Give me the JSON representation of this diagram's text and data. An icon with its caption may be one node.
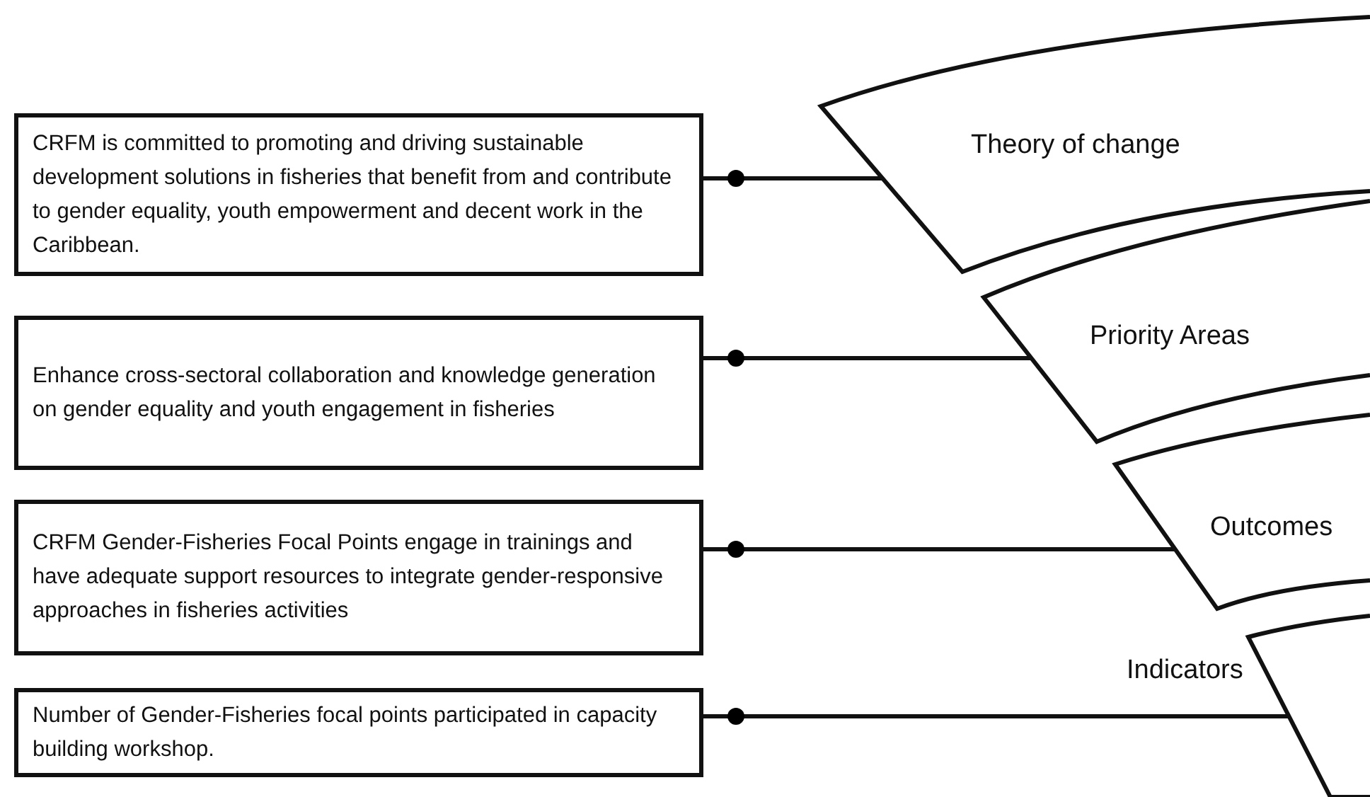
{
  "diagram": {
    "nodes": [
      {
        "text": [
          "CRFM is committed to promoting and driving sustainable development solutions in fisheries that benefit from and contribute to gender equality, youth empowerment and decent work in the Caribbean."
        ]
      },
      {
        "text": [
          "Enhance cross-sectoral collaboration and knowledge generation on gender equality and youth engagement in fisheries"
        ]
      },
      {
        "text": [
          "CRFM Gender-Fisheries Focal Points engage in trainings and have adequate support resources to integrate gender-responsive approaches in fisheries activities"
        ]
      },
      {
        "text": [
          "Number of Gender-Fisheries focal points participated in capacity building workshop."
        ]
      },
      {
        "text": [
          "Theory of change"
        ]
      },
      {
        "text": [
          "Priority Areas"
        ]
      },
      {
        "text": [
          "Outcomes"
        ]
      },
      {
        "text": [
          "Indicators"
        ]
      }
    ],
    "edges": [
      {
        "from": 0,
        "to": 4,
        "arrow": "other"
      },
      {
        "from": 1,
        "to": 5,
        "arrow": "other"
      },
      {
        "from": 2,
        "to": 6,
        "arrow": "other"
      },
      {
        "from": 3,
        "to": 7,
        "arrow": "other"
      }
    ]
  }
}
